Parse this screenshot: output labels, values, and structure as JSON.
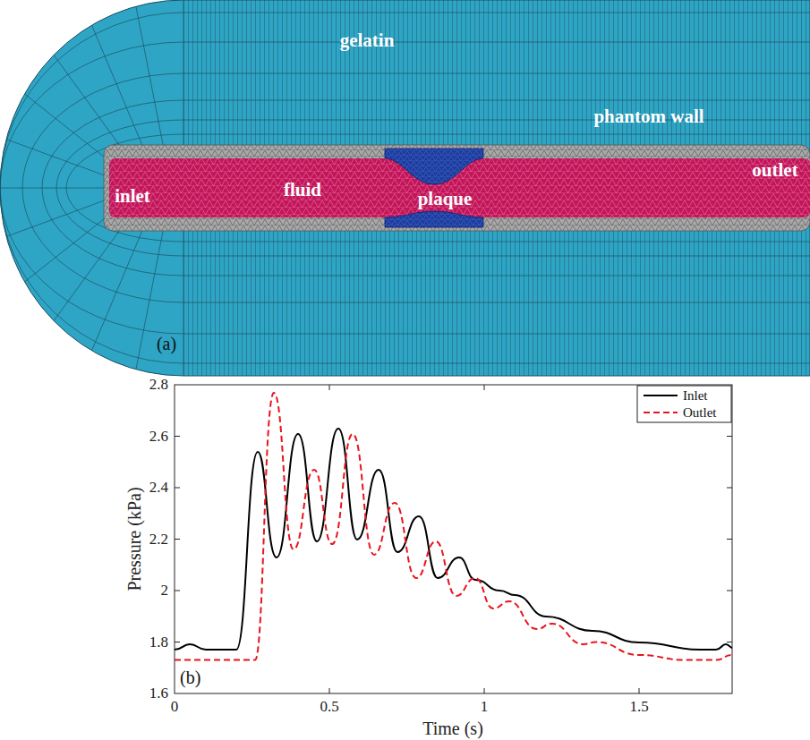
{
  "diagram": {
    "labels": [
      "gelatin",
      "phantom wall",
      "fluid",
      "plaque",
      "inlet",
      "outlet",
      "(a)",
      "2.8",
      "2.6",
      "2.4",
      "2.2",
      "2",
      "1.8",
      "1.6",
      "0",
      "0.5",
      "1",
      "1.5",
      "Time (s)",
      "Pressure (kPa)",
      "(b)"
    ],
    "legend": [
      {
        "text": "Inlet"
      },
      {
        "text": "Outlet"
      }
    ]
  }
}
